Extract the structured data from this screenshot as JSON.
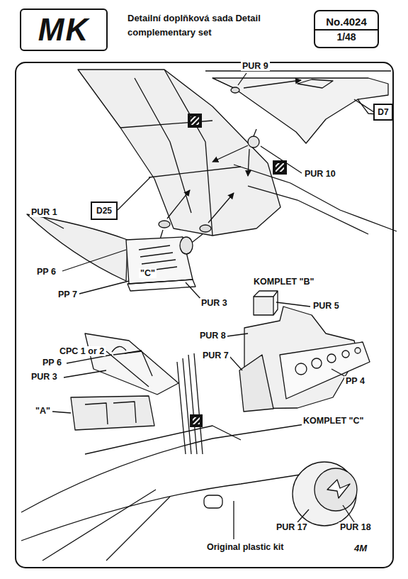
{
  "diagram": {
    "title": "Detailní doplňková sada Detail complementary set",
    "nodes": [
      {
        "text": [
          "MK"
        ]
      },
      {
        "text": [
          "No.4024",
          "1/48"
        ]
      },
      {
        "text": [
          "D7"
        ]
      },
      {
        "text": [
          "D25"
        ]
      }
    ],
    "labels": [
      "PUR 9",
      "PUR 10",
      "\"C\"",
      "PUR 1",
      "PP 6",
      "PP 7",
      "PUR 3",
      "KOMPLET \"B\"",
      "PUR 5",
      "PUR 8",
      "PUR 7",
      "PP 4",
      "CPC 1 or 2",
      "PP 6",
      "PUR 3",
      "\"A\"",
      "KOMPLET \"C\"",
      "PUR 17",
      "PUR 18",
      "Original plastic kit",
      "4M"
    ]
  }
}
